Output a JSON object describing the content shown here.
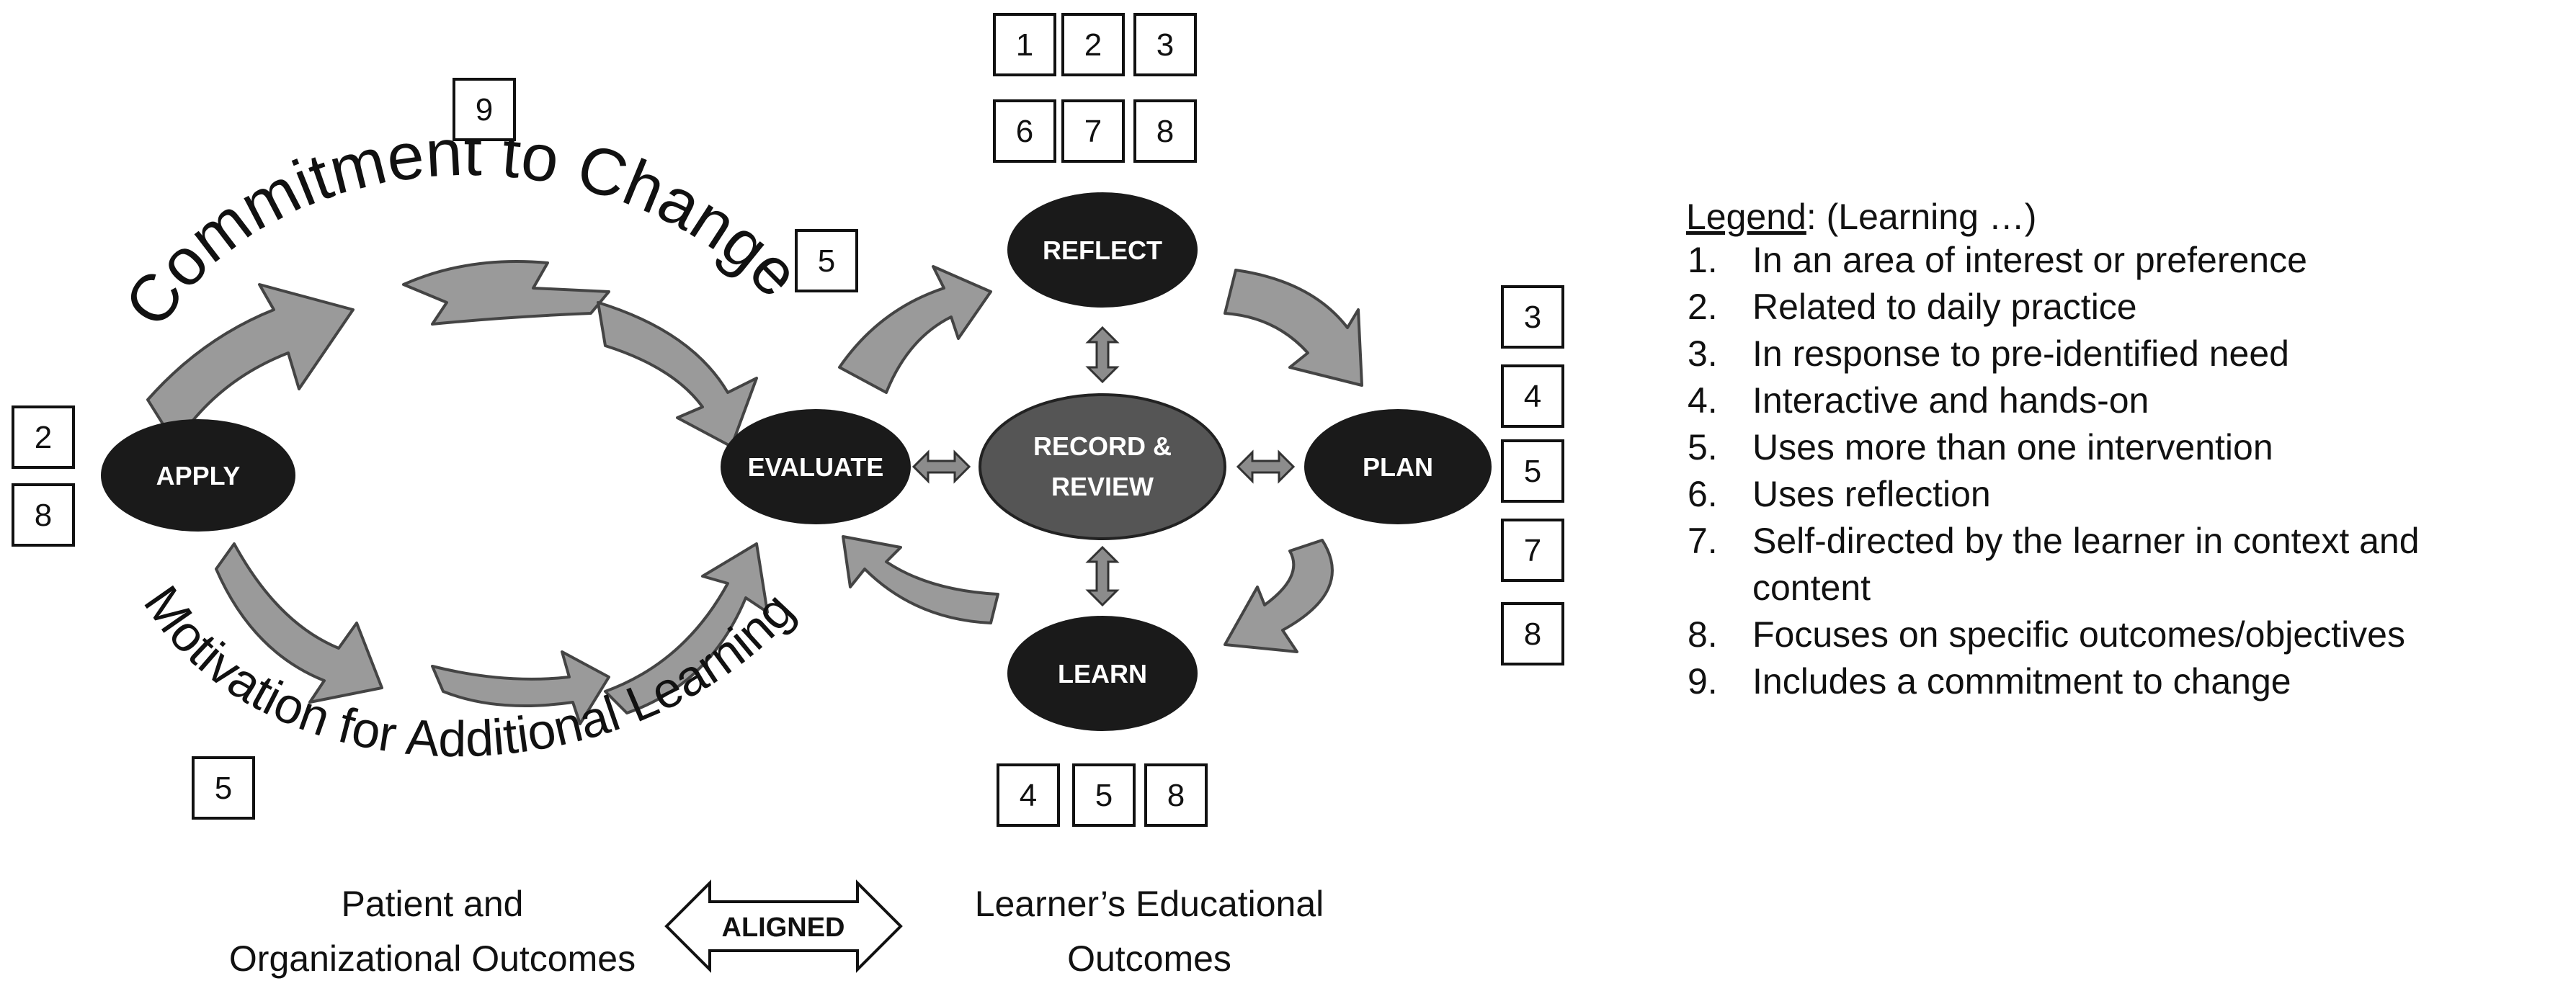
{
  "nodes": {
    "apply": "APPLY",
    "evaluate": "EVALUATE",
    "record_line1": "RECORD &",
    "record_line2": "REVIEW",
    "plan": "PLAN",
    "reflect": "REFLECT",
    "learn": "LEARN"
  },
  "arcs": {
    "top": "Commitment to Change",
    "bottom": "Motivation for Additional Learning"
  },
  "boxes": {
    "reflect_row1": [
      "1",
      "2",
      "3"
    ],
    "reflect_row2": [
      "6",
      "7",
      "8"
    ],
    "commitment": "9",
    "evaluate_side": "5",
    "apply_side": [
      "2",
      "8"
    ],
    "plan_side": [
      "3",
      "4",
      "5",
      "7",
      "8"
    ],
    "learn_row": [
      "4",
      "5",
      "8"
    ],
    "motivation": "5"
  },
  "bottom": {
    "left_line1": "Patient and",
    "left_line2": "Organizational Outcomes",
    "aligned": "ALIGNED",
    "right_line1": "Learner’s Educational",
    "right_line2": "Outcomes"
  },
  "legend": {
    "heading": "Legend",
    "heading_suffix": ": (Learning …)",
    "items": [
      {
        "num": "1.",
        "text": "In an area of interest or preference"
      },
      {
        "num": "2.",
        "text": "Related to daily practice"
      },
      {
        "num": "3.",
        "text": "In response to pre-identified need"
      },
      {
        "num": "4.",
        "text": "Interactive and hands-on"
      },
      {
        "num": "5.",
        "text": "Uses more than one intervention"
      },
      {
        "num": "6.",
        "text": "Uses reflection"
      },
      {
        "num": "7.",
        "text": "Self-directed by the learner in context and",
        "text2": "content"
      },
      {
        "num": "8.",
        "text": "Focuses on specific outcomes/objectives"
      },
      {
        "num": "9.",
        "text": "Includes a commitment to change"
      }
    ]
  }
}
